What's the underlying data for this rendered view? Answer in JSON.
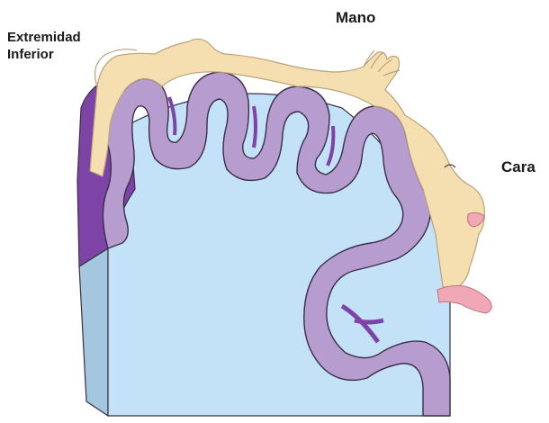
{
  "labels": {
    "leg_line1": "Extremidad",
    "leg_line2": "Inferior",
    "hand": "Mano",
    "face": "Cara"
  },
  "colors": {
    "background": "#ffffff",
    "white_matter": "#c3e2f7",
    "block_side": "#a4c6df",
    "gray_matter": "#b79cd0",
    "gray_matter_outline": "#3a2f46",
    "cortex_surface_dark": "#7d43a6",
    "homunculus_skin": "#f5deb0",
    "homunculus_outline": "#b8a37a",
    "lips_tongue": "#f0a7b6",
    "label_text": "#1a1a1a"
  }
}
